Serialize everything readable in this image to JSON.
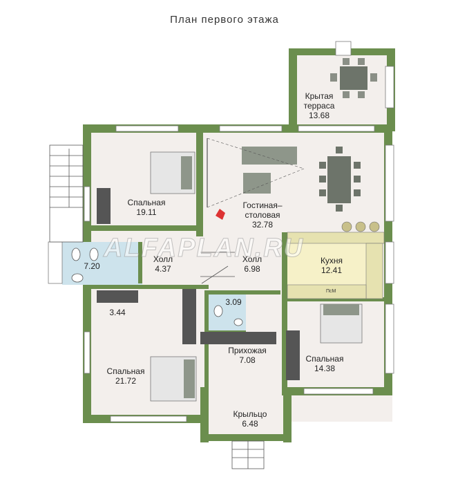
{
  "title": "План первого этажа",
  "watermark": "ALFAPLAN.RU",
  "colors": {
    "wall": "#6b8e4e",
    "floor": "#f3efec",
    "bath": "#cde3ec",
    "kitchen": "#f6f1c8",
    "window": "#ffffff"
  },
  "rooms": [
    {
      "name": "Крытая терраса",
      "name_lines": [
        "Крытая",
        "терраса"
      ],
      "area": "13.68"
    },
    {
      "name": "Спальная",
      "area": "19.11"
    },
    {
      "name": "Гостиная–столовая",
      "name_lines": [
        "Гостиная–",
        "столовая"
      ],
      "area": "32.78"
    },
    {
      "name": "",
      "area": "7.20"
    },
    {
      "name": "Холл",
      "area": "4.37"
    },
    {
      "name": "Холл",
      "area": "6.98"
    },
    {
      "name": "Кухня",
      "area": "12.41"
    },
    {
      "name": "",
      "area": "3.44"
    },
    {
      "name": "",
      "area": "3.09"
    },
    {
      "name": "Прихожая",
      "area": "7.08"
    },
    {
      "name": "Спальная",
      "area": "14.38"
    },
    {
      "name": "Спальная",
      "area": "21.72"
    },
    {
      "name": "Крыльцо",
      "area": "6.48"
    }
  ],
  "appliance_label": "ПсМ"
}
